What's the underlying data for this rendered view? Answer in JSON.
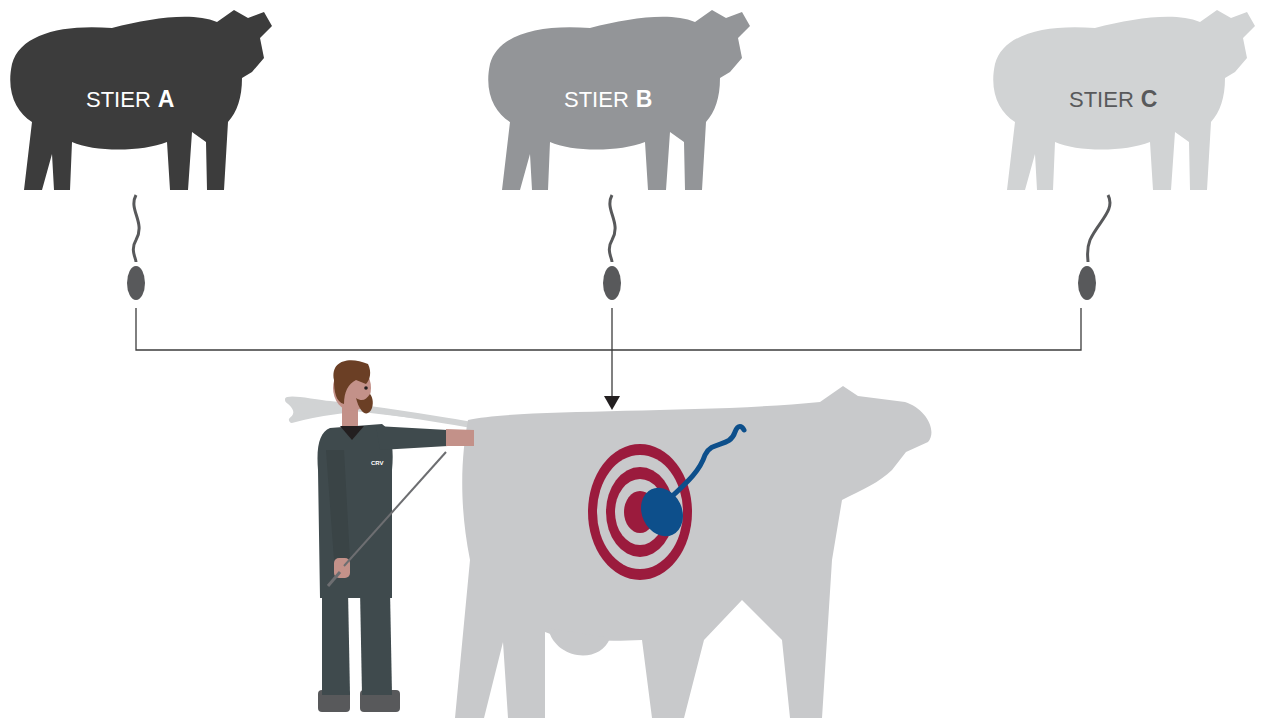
{
  "diagram": {
    "nodes": [
      {
        "text": [
          "STIER",
          "A"
        ]
      },
      {
        "text": [
          "STIER",
          "B"
        ]
      },
      {
        "text": [
          "STIER",
          "C"
        ]
      }
    ],
    "labels": [
      "CRV"
    ]
  }
}
